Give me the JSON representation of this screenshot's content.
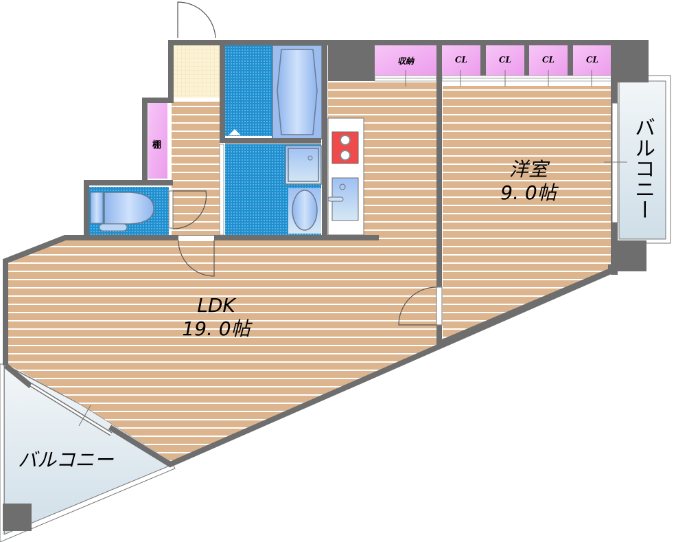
{
  "floor_plan": {
    "rooms": [
      {
        "id": "western_room",
        "name": "洋室",
        "size": "9. 0帖"
      },
      {
        "id": "ldk",
        "name": "LDK",
        "size": "19. 0帖"
      }
    ],
    "storage": [
      {
        "id": "storage",
        "label": "収納"
      },
      {
        "id": "cl1",
        "label": "CL"
      },
      {
        "id": "cl2",
        "label": "CL"
      },
      {
        "id": "cl3",
        "label": "CL"
      },
      {
        "id": "cl4",
        "label": "CL"
      }
    ],
    "shelf": {
      "label": "棚"
    },
    "balconies": [
      {
        "id": "east",
        "label": "バルコニー"
      },
      {
        "id": "southwest",
        "label": "バルコニー"
      }
    ],
    "colors": {
      "wall": "#6e6e6e",
      "floor_wood": "#dcb58f",
      "floor_stripe": "#ffffff",
      "wet_area": "#1e8fd0",
      "closet": "#f0a8f0",
      "entrance_tile": "#fbf3d4",
      "stove": "#f04a4a",
      "fixture_blue": "#a9c8f2",
      "balcony": "#dde8ef"
    }
  }
}
